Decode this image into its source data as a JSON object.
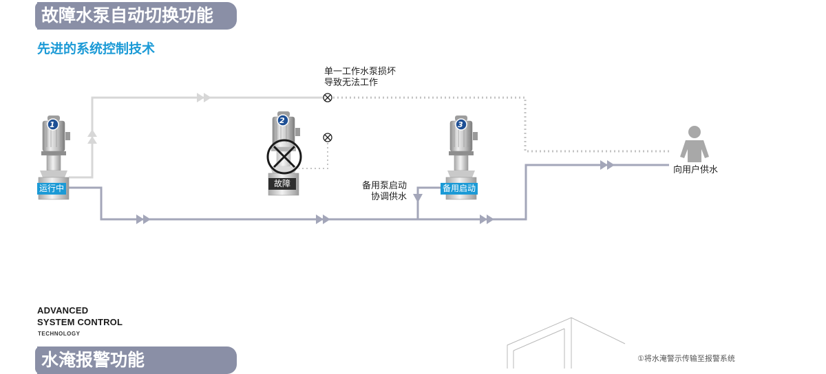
{
  "header": {
    "title": "故障水泵自动切换功能",
    "subtitle": "先进的系统控制技术"
  },
  "diagram": {
    "pumps": [
      {
        "number": "1",
        "status": "运行中"
      },
      {
        "number": "2",
        "status": "故障"
      },
      {
        "number": "3",
        "status": "备用启动"
      }
    ],
    "failure_note": [
      "单一工作水泵损坏",
      "导致无法工作"
    ],
    "standby_note": [
      "备用泵启动",
      "协调供水"
    ],
    "user_label": "向用户供水",
    "colors": {
      "active_flow": "#a3a6b9",
      "inactive_flow": "#d7d7d7",
      "accent": "#1b9ad6",
      "dark_tag": "#2e2e2e"
    }
  },
  "footer": {
    "en_title_line1": "ADVANCED",
    "en_title_line2": "SYSTEM CONTROL",
    "en_sub": "TECHNOLOGY",
    "next_title": "水淹报警功能",
    "alert_note": "①将水淹警示传输至报警系统"
  }
}
